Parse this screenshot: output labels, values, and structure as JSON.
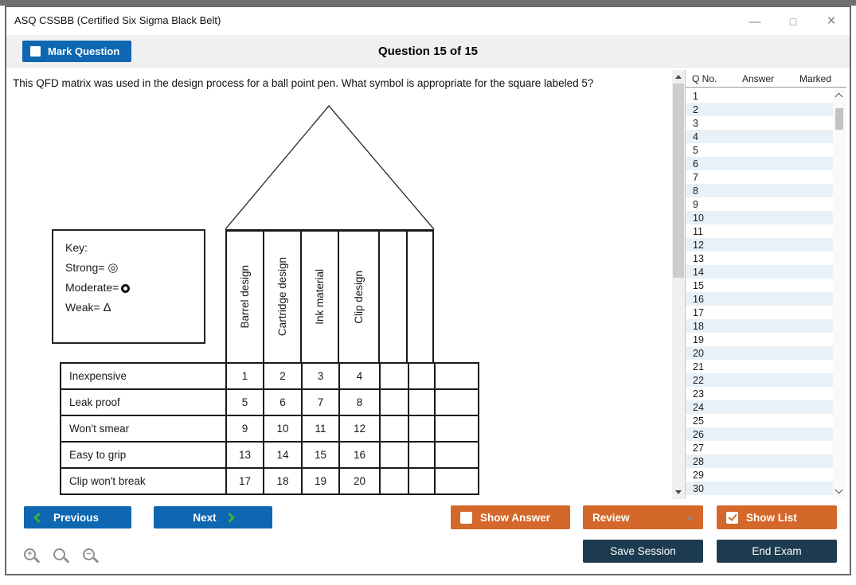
{
  "window": {
    "title": "ASQ CSSBB (Certified Six Sigma Black Belt)",
    "controls": {
      "minimize": "—",
      "maximize": "□",
      "close": "×"
    }
  },
  "header": {
    "mark_question_label": "Mark Question",
    "mark_question_checked": false,
    "question_counter": "Question 15 of 15"
  },
  "question": {
    "text": "This QFD matrix was used in the design process for a ball point pen. What symbol is appropriate for the square labeled 5?"
  },
  "figure": {
    "key": {
      "title": "Key:",
      "strong_label": "Strong=",
      "strong_symbol": "◎",
      "moderate_label": "Moderate=",
      "moderate_symbol": "O",
      "weak_label": "Weak=",
      "weak_symbol": "Δ"
    },
    "columns": [
      "Barrel design",
      "Cartridge design",
      "Ink material",
      "Clip design"
    ],
    "rows": [
      {
        "label": "Inexpensive",
        "cells": [
          "1",
          "2",
          "3",
          "4"
        ]
      },
      {
        "label": "Leak proof",
        "cells": [
          "5",
          "6",
          "7",
          "8"
        ]
      },
      {
        "label": "Won't smear",
        "cells": [
          "9",
          "10",
          "11",
          "12"
        ]
      },
      {
        "label": "Easy to grip",
        "cells": [
          "13",
          "14",
          "15",
          "16"
        ]
      },
      {
        "label": "Clip won't break",
        "cells": [
          "17",
          "18",
          "19",
          "20"
        ]
      }
    ]
  },
  "panel": {
    "headers": {
      "qno": "Q No.",
      "answer": "Answer",
      "marked": "Marked"
    },
    "rows": [
      "1",
      "2",
      "3",
      "4",
      "5",
      "6",
      "7",
      "8",
      "9",
      "10",
      "11",
      "12",
      "13",
      "14",
      "15",
      "16",
      "17",
      "18",
      "19",
      "20",
      "21",
      "22",
      "23",
      "24",
      "25",
      "26",
      "27",
      "28",
      "29",
      "30"
    ]
  },
  "footer": {
    "previous_label": "Previous",
    "next_label": "Next",
    "show_answer_label": "Show Answer",
    "show_answer_checked": false,
    "review_label": "Review",
    "review_arrow": "▲",
    "show_list_label": "Show List",
    "show_list_checked": true,
    "save_session_label": "Save Session",
    "end_exam_label": "End Exam",
    "zoom_in_glyph": "+",
    "zoom_out_glyph": "−"
  },
  "colors": {
    "blue": "#0e67b0",
    "orange": "#d4682a",
    "navy": "#1d3b50",
    "green": "#3faf3f",
    "band_gray": "#f0f0f0",
    "alt_row_blue": "#e9f1f8"
  }
}
